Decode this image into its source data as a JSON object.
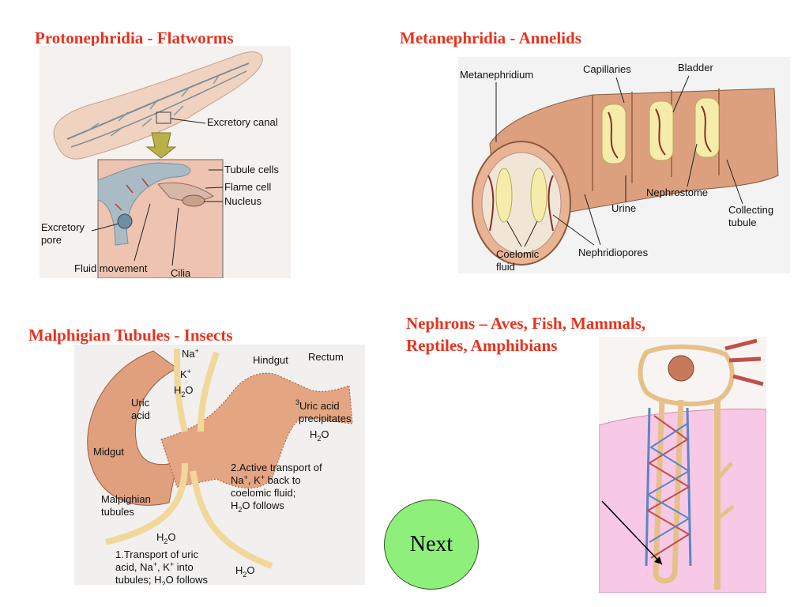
{
  "titles": {
    "proto": "Protonephridia - Flatworms",
    "meta": "Metanephridia - Annelids",
    "malp": "Malphigian Tubules - Insects",
    "neph_line1": "Nephrons – Aves, Fish, Mammals,",
    "neph_line2": "Reptiles, Amphibians"
  },
  "proto_labels": {
    "excretory_canal": "Excretory canal",
    "tubule_cells": "Tubule cells",
    "flame_cell": "Flame cell",
    "nucleus": "Nucleus",
    "excretory_pore_1": "Excretory",
    "excretory_pore_2": "pore",
    "fluid_movement": "Fluid movement",
    "cilia": "Cilia"
  },
  "meta_labels": {
    "metanephridium": "Metanephridium",
    "capillaries": "Capillaries",
    "bladder": "Bladder",
    "nephrostome": "Nephrostome",
    "urine": "Urine",
    "collecting_1": "Collecting",
    "collecting_2": "tubule",
    "coelomic_1": "Coelomic",
    "coelomic_2": "fluid",
    "nephridiopores": "Nephridiopores"
  },
  "malp_labels": {
    "na": "Na",
    "k": "K",
    "h2o_top": "H",
    "hindgut": "Hindgut",
    "rectum": "Rectum",
    "uric_acid_1": "Uric",
    "uric_acid_2": "acid",
    "uric_precip_1": "Uric acid",
    "uric_precip_2": "precipitates",
    "step3": "3",
    "h2o_right": "H",
    "midgut": "Midgut",
    "active_1": "2.Active transport of",
    "active_2": "Na",
    "active_2b": ", K",
    "active_2c": " back to",
    "active_3": "coelomic fluid;",
    "active_4": "H",
    "active_4b": "O follows",
    "malp_1": "Malpighian",
    "malp_2": "tubules",
    "h2o_left": "H",
    "transport_1": "1.Transport of uric",
    "transport_2": "acid, Na",
    "transport_2b": ", K",
    "transport_2c": "  into",
    "transport_3": "tubules; H",
    "transport_3b": "O follows",
    "h2o_bottom": "H",
    "sub2": "2",
    "sup_plus": "+",
    "o": "O"
  },
  "next_button": {
    "label": "Next"
  },
  "colors": {
    "title": "#e8321e",
    "next_fill": "#8ef07a",
    "tissue": "#e5a27d",
    "kidney_pink": "#f7c9e6"
  }
}
